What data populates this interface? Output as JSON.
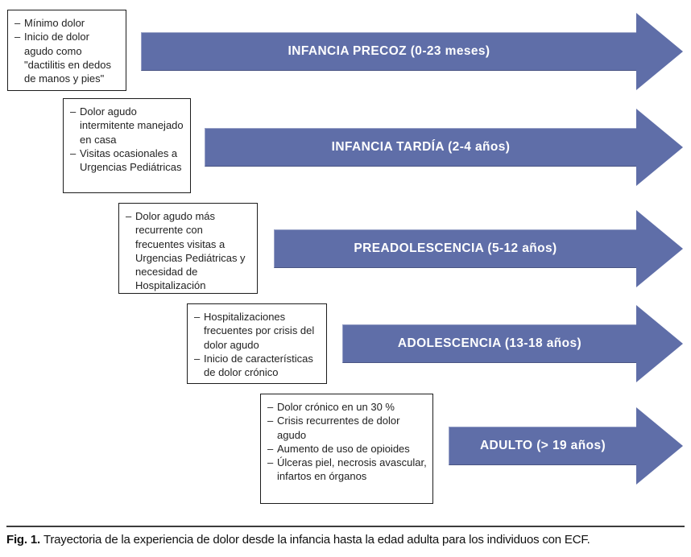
{
  "figure": {
    "caption_label": "Fig. 1.",
    "caption_text": "Trayectoria de la experiencia de dolor desde la infancia hasta la edad adulta para los individuos con ECF."
  },
  "colors": {
    "arrow_fill": "#5f6ea8",
    "box_border": "#1c1c1c",
    "note_text": "#222222",
    "arrow_label_text": "#ffffff",
    "caption_rule": "#3c3c3c"
  },
  "bullet_char": "–",
  "stages": [
    {
      "label": "INFANCIA PRECOZ (0-23 meses)",
      "notes": [
        "Mínimo dolor",
        "Inicio de dolor agudo como \"dactilitis en dedos de manos y pies\""
      ]
    },
    {
      "label": "INFANCIA TARDÍA (2-4 años)",
      "notes": [
        "Dolor agudo intermitente manejado en casa",
        "Visitas ocasionales a Urgencias Pediátricas"
      ]
    },
    {
      "label": "PREADOLESCENCIA (5-12 años)",
      "notes": [
        "Dolor agudo más recurrente con frecuentes visitas a Urgencias Pediátricas y necesidad de Hospitalización"
      ]
    },
    {
      "label": "ADOLESCENCIA (13-18 años)",
      "notes": [
        "Hospitalizaciones frecuentes por crisis del dolor agudo",
        "Inicio de características de dolor crónico"
      ]
    },
    {
      "label": "ADULTO (> 19 años)",
      "notes": [
        "Dolor crónico en un 30 %",
        "Crisis recurrentes de dolor agudo",
        "Aumento de uso de opioides",
        "Úlceras piel, necrosis avascular, infartos en órganos"
      ]
    }
  ]
}
